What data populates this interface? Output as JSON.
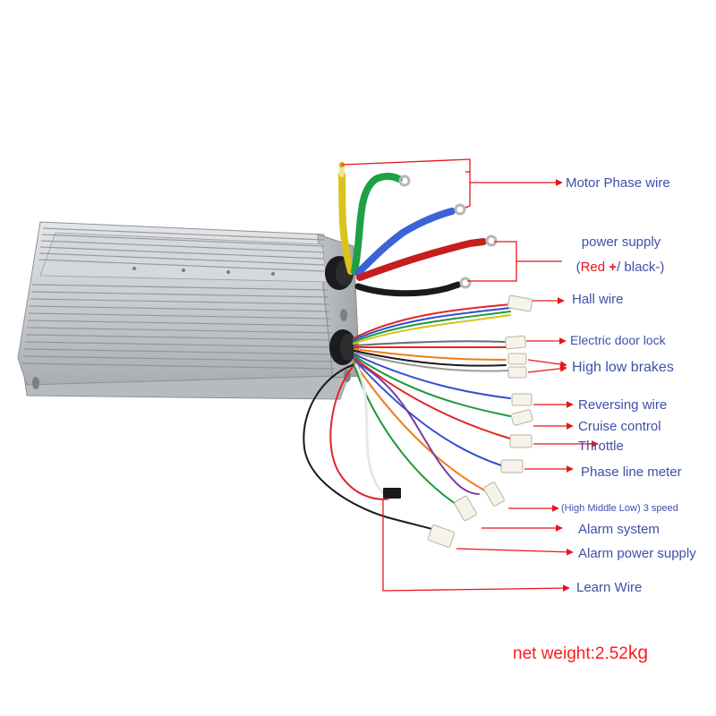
{
  "labels": {
    "motor_phase": "Motor Phase wire",
    "power_supply": "power supply",
    "power_open": "(",
    "power_red": "Red",
    "power_plus": "+",
    "power_rest": "/ black-)",
    "hall": "Hall wire",
    "door_lock": "Electric door lock",
    "brakes": "High low brakes",
    "reversing": "Reversing wire",
    "cruise": "Cruise control",
    "throttle": "Throttle",
    "phase_meter": "Phase line meter",
    "three_speed": "(High Middle Low) 3 speed",
    "alarm_system": "Alarm system",
    "alarm_power": "Alarm power supply",
    "learn": "Learn Wire"
  },
  "weight": {
    "prefix": "net weight:2.52",
    "unit": "kg"
  },
  "colors": {
    "label": "#3f4fa8",
    "arrow": "#e8141c",
    "weight": "#ff1a1a"
  }
}
